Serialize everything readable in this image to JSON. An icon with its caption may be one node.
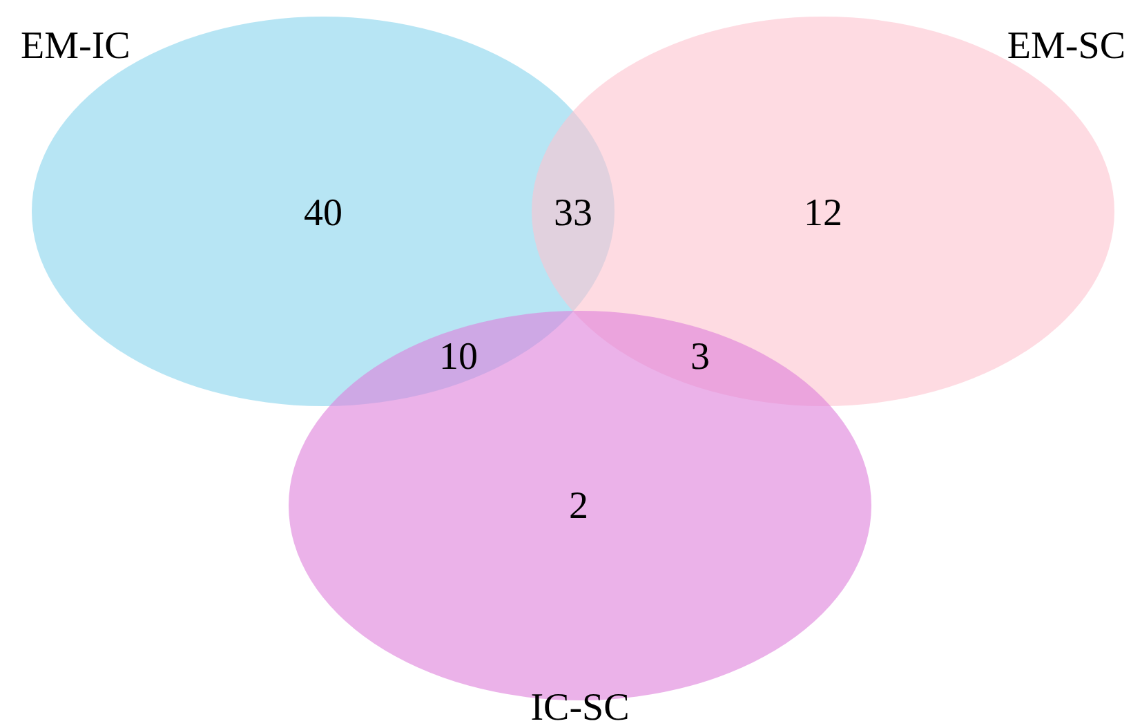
{
  "diagram": {
    "nodes": [
      {
        "text": [
          "EM-IC"
        ]
      },
      {
        "text": [
          "EM-SC"
        ]
      },
      {
        "text": [
          "IC-SC"
        ]
      }
    ],
    "labels": [
      "40",
      "33",
      "12",
      "10",
      "3",
      "2"
    ]
  }
}
